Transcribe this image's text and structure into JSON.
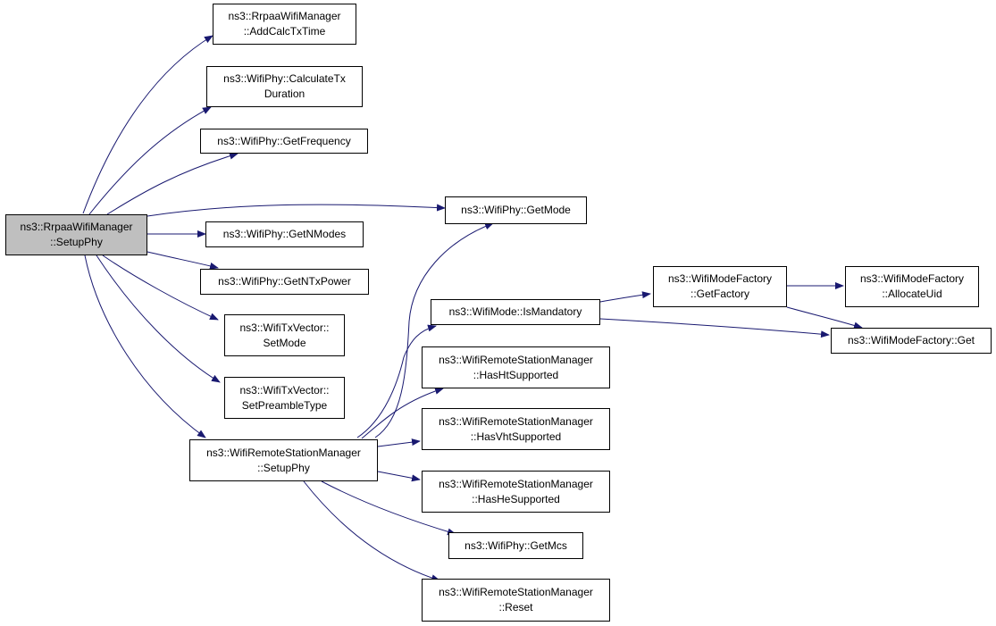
{
  "colors": {
    "edge": "#191970",
    "root_fill": "#bfbfbf",
    "node_fill": "#ffffff",
    "border": "#000000"
  },
  "nodes": {
    "root": {
      "line1": "ns3::RrpaaWifiManager",
      "line2": "::SetupPhy"
    },
    "addcalctxtime": {
      "line1": "ns3::RrpaaWifiManager",
      "line2": "::AddCalcTxTime"
    },
    "calculatetx": {
      "line1": "ns3::WifiPhy::CalculateTx",
      "line2": "Duration"
    },
    "getfrequency": {
      "line1": "ns3::WifiPhy::GetFrequency"
    },
    "getmode": {
      "line1": "ns3::WifiPhy::GetMode"
    },
    "getnmodes": {
      "line1": "ns3::WifiPhy::GetNModes"
    },
    "getntxpower": {
      "line1": "ns3::WifiPhy::GetNTxPower"
    },
    "setmode": {
      "line1": "ns3::WifiTxVector::",
      "line2": "SetMode"
    },
    "setpreamble": {
      "line1": "ns3::WifiTxVector::",
      "line2": "SetPreambleType"
    },
    "rsmsetupphy": {
      "line1": "ns3::WifiRemoteStationManager",
      "line2": "::SetupPhy"
    },
    "ismandatory": {
      "line1": "ns3::WifiMode::IsMandatory"
    },
    "getfactory": {
      "line1": "ns3::WifiModeFactory",
      "line2": "::GetFactory"
    },
    "allocateuid": {
      "line1": "ns3::WifiModeFactory",
      "line2": "::AllocateUid"
    },
    "factoryget": {
      "line1": "ns3::WifiModeFactory::Get"
    },
    "hashtsupported": {
      "line1": "ns3::WifiRemoteStationManager",
      "line2": "::HasHtSupported"
    },
    "hasvhtsupported": {
      "line1": "ns3::WifiRemoteStationManager",
      "line2": "::HasVhtSupported"
    },
    "hashesupported": {
      "line1": "ns3::WifiRemoteStationManager",
      "line2": "::HasHeSupported"
    },
    "getmcs": {
      "line1": "ns3::WifiPhy::GetMcs"
    },
    "reset": {
      "line1": "ns3::WifiRemoteStationManager",
      "line2": "::Reset"
    }
  }
}
